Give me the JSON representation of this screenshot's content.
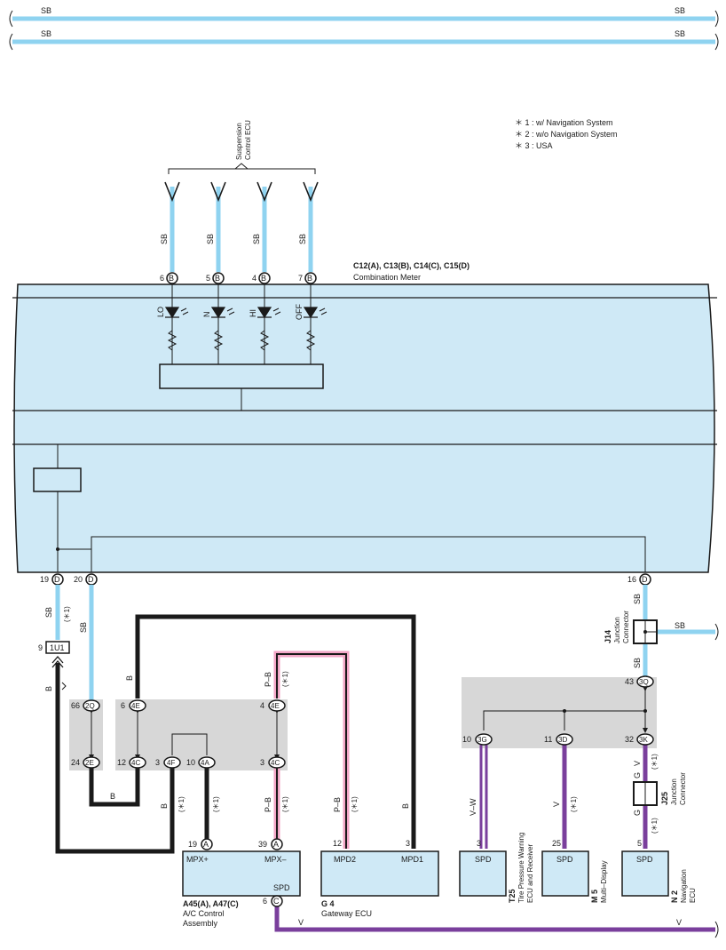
{
  "wire_codes": {
    "sb": "SB",
    "b": "B",
    "pb": "P–B",
    "v": "V",
    "vw": "V–W",
    "g": "G"
  },
  "notes": {
    "n1": "＊ 1 : w/ Navigation System",
    "n2": "＊ 2 : w/o Navigation System",
    "n3": "＊ 3 : USA"
  },
  "mark_star1": "(＊1)",
  "suspension_ecu": {
    "line1": "Suspension",
    "line2": "Control ECU"
  },
  "combination_meter": {
    "codes": "C12(A), C13(B), C14(C), C15(D)",
    "name": "Combination Meter",
    "leds": [
      "LO",
      "N",
      "HI",
      "OFF"
    ],
    "top_pins": [
      "6",
      "5",
      "4",
      "7"
    ],
    "top_conn": "B",
    "bottom_pins": [
      "19",
      "20",
      "16"
    ],
    "bottom_conn": "D"
  },
  "connectors": {
    "iu1_pin": "9",
    "iu1": "1U1",
    "j14_pin": "3Q",
    "j14_num": "43",
    "jb_left": [
      {
        "pin": "66",
        "conn": "2Q"
      },
      {
        "pin": "24",
        "conn": "2E"
      }
    ],
    "jb_mid": [
      {
        "pin": "6",
        "conn": "4E"
      },
      {
        "pin": "12",
        "conn": "4C"
      },
      {
        "pin": "3",
        "conn": "4F"
      },
      {
        "pin": "10",
        "conn": "4A"
      },
      {
        "pin": "4",
        "conn": "4E"
      },
      {
        "pin": "3",
        "conn": "4C"
      }
    ],
    "jb_right": [
      {
        "pin": "10",
        "conn": "3G"
      },
      {
        "pin": "11",
        "conn": "3D"
      },
      {
        "pin": "32",
        "conn": "3K"
      }
    ]
  },
  "junction_j14": {
    "code": "J14",
    "line1": "Junction",
    "line2": "Connector"
  },
  "junction_j25": {
    "code": "J25",
    "line1": "Junction",
    "line2": "Connector"
  },
  "ac_control": {
    "codes": "A45(A), A47(C)",
    "line1": "A/C Control",
    "line2": "Assembly",
    "mpx_plus": "MPX+",
    "mpx_minus": "MPX–",
    "spd": "SPD",
    "pin19": "19",
    "pin39": "39",
    "pin6": "6",
    "connA": "A",
    "connC": "C"
  },
  "gateway": {
    "code": "G 4",
    "name": "Gateway ECU",
    "mpd2": "MPD2",
    "mpd1": "MPD1",
    "pin12": "12",
    "pin3": "3"
  },
  "tpw": {
    "code": "T25",
    "line1": "Tire Pressure Warning",
    "line2": "ECU and Receiver",
    "spd": "SPD",
    "pin": "3"
  },
  "multi": {
    "code": "M 5",
    "name": "Multi–Display",
    "spd": "SPD",
    "pin": "25"
  },
  "nav": {
    "code": "N 2",
    "line1": "Navigation",
    "line2": "ECU",
    "spd": "SPD",
    "pin": "5"
  },
  "colors": {
    "sb_wire": "#8fd3f0",
    "black_wire": "#1a1a1a",
    "violet_wire": "#7a3f9c",
    "pink_wire": "#f2a6c6",
    "meter_fill": "#cfe9f6",
    "jb_fill": "#d7d7d7",
    "ecu_fill": "#cfe9f6"
  }
}
